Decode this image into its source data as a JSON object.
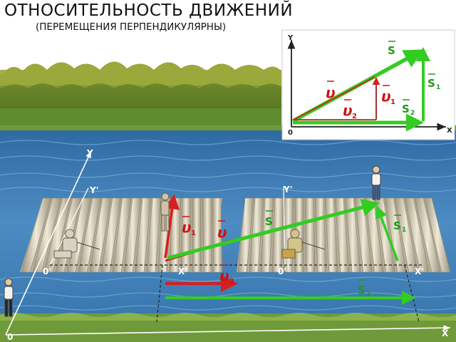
{
  "header": {
    "title": "ОТНОСИТЕЛЬНОСТЬ ДВИЖЕНИЙ",
    "subtitle": "(ПЕРЕМЕЩЕНИЯ ПЕРПЕНДИКУЛЯРНЫ)"
  },
  "inset": {
    "axis_y": "Y",
    "axis_x": "X",
    "origin": "0",
    "vec_s": "S",
    "vec_s1": "S",
    "vec_s1_sub": "1",
    "vec_s2": "S",
    "vec_s2_sub": "2",
    "vec_v": "υ",
    "vec_v1": "υ",
    "vec_v1_sub": "1",
    "vec_v2": "υ",
    "vec_v2_sub": "2"
  },
  "scene": {
    "axis_y": "Y",
    "axis_y_prime_left": "Y'",
    "axis_y_prime_right": "Y'",
    "axis_x": "X",
    "origin": "0",
    "origin_prime_left": "0'",
    "origin_prime_right": "0'",
    "axis_x_prime_left": "X'",
    "axis_x_prime_right": "X'",
    "vec_s": "S",
    "vec_s1": "S",
    "vec_s1_sub": "1",
    "vec_s2": "S",
    "vec_s2_sub": "2",
    "vec_v": "υ",
    "vec_v1": "υ",
    "vec_v1_sub": "1",
    "vec_v2": "υ",
    "vec_v2_sub": "2"
  },
  "colors": {
    "velocity": "#d81e1e",
    "displacement": "#33cc22",
    "velocity_label": "#cc1111",
    "displacement_label": "#1e9a1e",
    "water": "#3f7fb6",
    "raft": "#c9c0a8",
    "grass": "#6f9a3a",
    "trees": "#6f8f2a",
    "sky": "#ffffff"
  }
}
